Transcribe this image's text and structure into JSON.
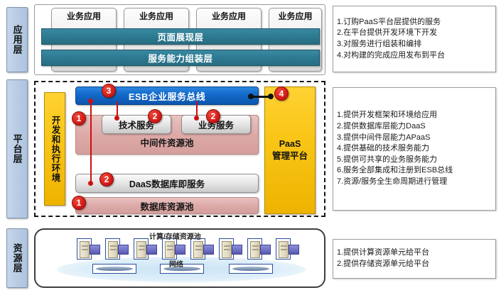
{
  "layers": [
    {
      "id": "application",
      "label": "应用层"
    },
    {
      "id": "platform",
      "label": "平台层"
    },
    {
      "id": "resource",
      "label": "资源层"
    }
  ],
  "application": {
    "app_cards": [
      {
        "label": "业务应用"
      },
      {
        "label": "业务应用"
      },
      {
        "label": "业务应用"
      },
      {
        "label": "业务应用"
      }
    ],
    "bars": [
      {
        "label": "页面展现层"
      },
      {
        "label": "服务能力组装层"
      }
    ],
    "notes": [
      "1.订购PaaS平台层提供的服务",
      "2.在平台提供开发环境下开发",
      "3.对服务进行组装和编排",
      "4.对构建的完成应用发布到平台"
    ]
  },
  "platform": {
    "env_bar": {
      "label": "开发和执行环境"
    },
    "esb_bar": {
      "label": "ESB企业服务总线"
    },
    "services": [
      {
        "label": "技术服务"
      },
      {
        "label": "业务服务"
      }
    ],
    "pools": [
      {
        "label": "中间件资源池"
      },
      {
        "label": "数据库资源池"
      }
    ],
    "daas": {
      "label": "DaaS数据库即服务"
    },
    "paas_platform": {
      "line1": "PaaS",
      "line2": "管理平台"
    },
    "badges": [
      {
        "number": "3",
        "target": "esb-bar"
      },
      {
        "number": "4",
        "target": "paas-platform"
      },
      {
        "number": "1",
        "target": "middleware-pool"
      },
      {
        "number": "2",
        "target": "technical-service"
      },
      {
        "number": "2",
        "target": "business-service"
      },
      {
        "number": "2",
        "target": "daas"
      },
      {
        "number": "1",
        "target": "database-pool"
      }
    ],
    "notes": [
      "1.提供开发框架和环境给应用",
      "2.提供数据库层能力DaaS",
      "3.提供中间件层能力APaaS",
      "4.提供基础的技术服务能力",
      "5.提供可共享的业务服务能力",
      "6.服务全部集成和注册到ESB总线",
      "7.资源/服务全生命周期进行管理"
    ]
  },
  "resource": {
    "pool_caption": "计算/存储资源池",
    "network_caption": "网络",
    "server_count": 8,
    "disk_count": 3,
    "notes": [
      "1.提供计算资源单元给平台",
      "2.提供存储资源单元给平台"
    ]
  },
  "colors": {
    "teal": "#2e7d94",
    "esb_blue": "#1268c9",
    "yellow": "#f9c617",
    "rose": "#ddaaa8",
    "badge_red": "#d81f1a",
    "layer_label_blue": "#b7cbe4"
  }
}
